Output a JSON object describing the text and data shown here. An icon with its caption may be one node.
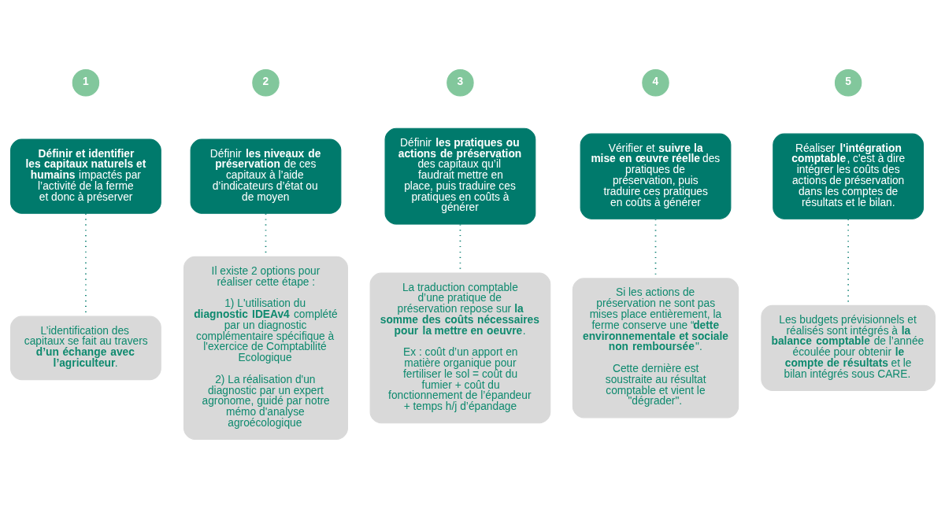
{
  "diagram": {
    "nodes": [
      {
        "text": [
          "1"
        ]
      },
      {
        "text": [
          "2"
        ]
      },
      {
        "text": [
          "3"
        ]
      },
      {
        "text": [
          "4"
        ]
      },
      {
        "text": [
          "5"
        ]
      },
      {
        "text": [
          "**Définir et identifier les capitaux naturels et humains** impactés par l’activité de la ferme et donc à préserver"
        ]
      },
      {
        "text": [
          "Définir **les niveaux de préservation** de ces capitaux à l’aide d’indicateurs d’état ou de moyen"
        ]
      },
      {
        "text": [
          "Définir **les pratiques ou actions de préservation** des capitaux qu’il faudrait mettre en place, puis traduire ces pratiques en coûts à générer"
        ]
      },
      {
        "text": [
          "Vérifier et **suivre la mise en œuvre réelle** des pratiques de préservation, puis traduire ces pratiques en coûts à générer"
        ]
      },
      {
        "text": [
          "Réaliser **l'intégration comptable**, c'est à dire intégrer les coûts des actions de préservation dans les comptes de résultats et le bilan."
        ]
      },
      {
        "text": [
          "L’identification des capitaux se fait au travers **d’un échange avec l’agriculteur**."
        ]
      },
      {
        "text": [
          "Il existe 2 options pour réaliser cette étape :",
          "1) L'utilisation du **diagnostic IDEAv4** complété par un diagnostic complémentaire spécifique à l'exercice de Comptabilité Ecologique",
          "2) La réalisation d'un diagnostic par un expert agronome, guidé par notre mémo d'analyse agroécologique"
        ]
      },
      {
        "text": [
          "La traduction comptable d’une pratique de préservation repose sur **la somme des coûts nécessaires pour la mettre en oeuvre**.",
          "Ex : coût d’un apport en matière organique pour fertiliser le sol = coût du fumier + coût du fonctionnement de l’épandeur + temps h/j d’épandage"
        ]
      },
      {
        "text": [
          "Si les actions de préservation ne sont pas mises place entièrement, la ferme conserve une “**dette environnementale et sociale non remboursée**\".",
          "Cette dernière est soustraite au résultat comptable et vient le \"dégrader\"."
        ]
      },
      {
        "text": [
          "Les budgets prévisionnels et réalisés sont intégrés à **la balance comptable** de l’année écoulée pour obtenir **le compte de résultats** et le bilan intégrés sous CARE."
        ]
      }
    ],
    "edges": [
      {
        "from": 5,
        "to": 10,
        "arrow": "none",
        "style": "dashed"
      },
      {
        "from": 6,
        "to": 11,
        "arrow": "none",
        "style": "dashed"
      },
      {
        "from": 7,
        "to": 12,
        "arrow": "none",
        "style": "dashed"
      },
      {
        "from": 8,
        "to": 13,
        "arrow": "none",
        "style": "dashed"
      },
      {
        "from": 9,
        "to": 14,
        "arrow": "none",
        "style": "dashed"
      }
    ]
  }
}
